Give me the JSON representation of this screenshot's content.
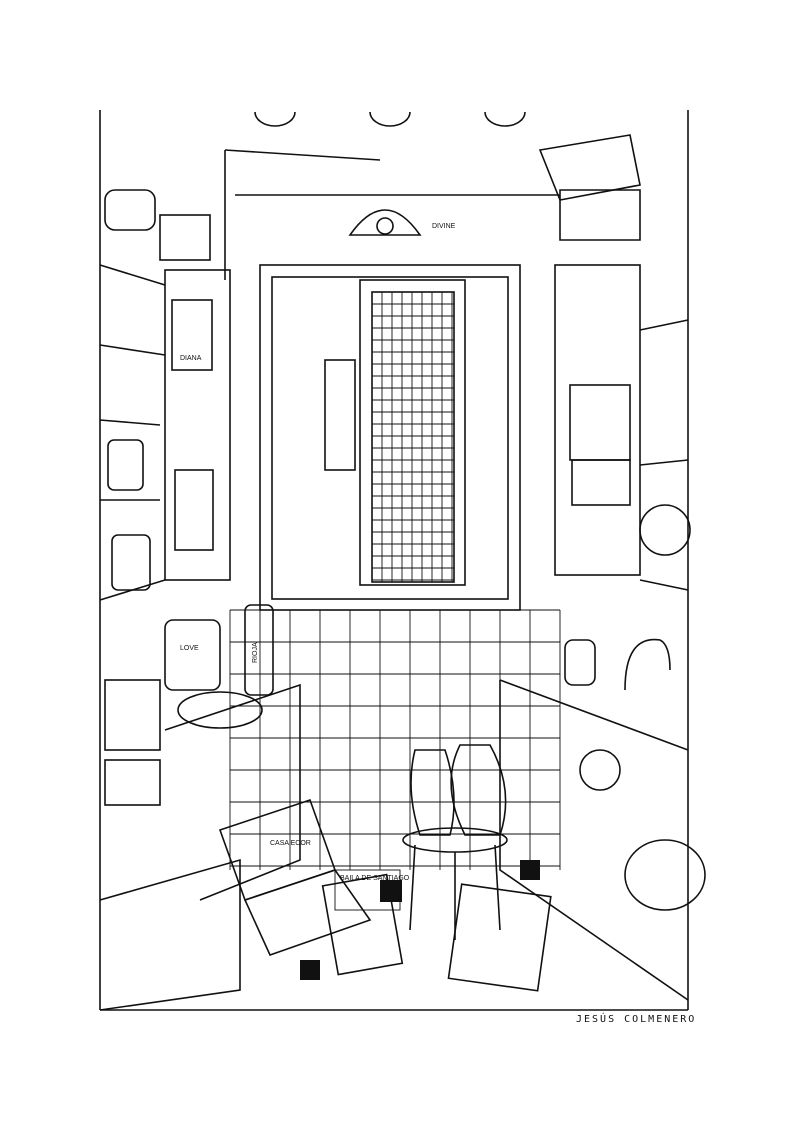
{
  "artwork": {
    "signature": "JESÚS COLMENERO",
    "labels": {
      "poster_left": "DIANA",
      "wine_bottle": "RIOJA",
      "poster_top": "DIVINE",
      "laptop_screen": "CASA ECOR",
      "book": "BAILA DE SANTIAGO",
      "jar": "LOVE"
    }
  }
}
